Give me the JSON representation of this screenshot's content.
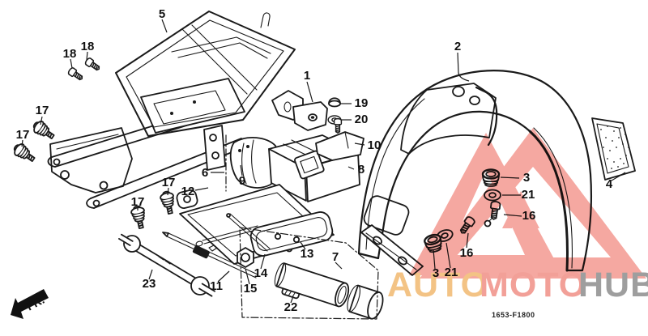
{
  "watermark": {
    "brand": {
      "part1": "AUTO",
      "part2": "MOTO",
      "part3": "HUB"
    },
    "colors": {
      "part1": "#f3c385",
      "part2": "#f2a098",
      "part3": "#9e9e9e",
      "triangle": "#f5a8a1"
    }
  },
  "diagram": {
    "code": "1653-F1800",
    "direction_label": "FR.",
    "line_color": "#1a1a1a",
    "background": "#ffffff"
  },
  "callouts": [
    {
      "part": "5"
    },
    {
      "part": "18"
    },
    {
      "part": "18"
    },
    {
      "part": "17"
    },
    {
      "part": "17"
    },
    {
      "part": "1"
    },
    {
      "part": "2"
    },
    {
      "part": "19"
    },
    {
      "part": "20"
    },
    {
      "part": "10"
    },
    {
      "part": "8"
    },
    {
      "part": "6"
    },
    {
      "part": "9"
    },
    {
      "part": "12"
    },
    {
      "part": "17"
    },
    {
      "part": "17"
    },
    {
      "part": "13"
    },
    {
      "part": "14"
    },
    {
      "part": "15"
    },
    {
      "part": "11"
    },
    {
      "part": "23"
    },
    {
      "part": "22"
    },
    {
      "part": "7"
    },
    {
      "part": "3"
    },
    {
      "part": "21"
    },
    {
      "part": "16"
    },
    {
      "part": "16"
    },
    {
      "part": "3"
    },
    {
      "part": "21"
    },
    {
      "part": "4"
    }
  ]
}
